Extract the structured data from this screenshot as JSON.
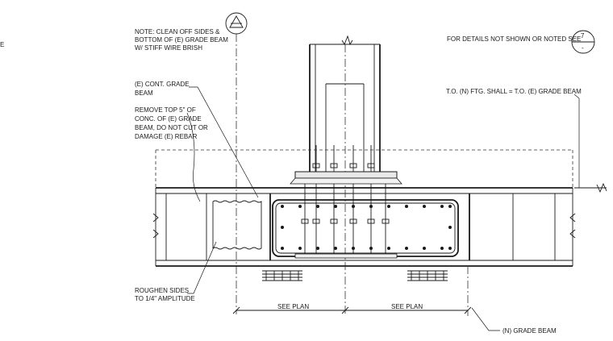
{
  "notes": {
    "edge_mark": "E",
    "clean_off_line1": "NOTE:  CLEAN OFF SIDES  &",
    "clean_off_line2": "BOTTOM OF (E) GRADE BEAM",
    "clean_off_line3": "W/ STIFF WIRE BRISH",
    "cont_grade_line1": "(E) CONT. GRADE",
    "cont_grade_line2": "BEAM",
    "remove_top_line1": "REMOVE TOP 5\" OF",
    "remove_top_line2": "CONC. OF (E) GRADE",
    "remove_top_line3": "BEAM, DO NOT CUT OR",
    "remove_top_line4": "DAMAGE (E) REBAR",
    "roughen_line1": "ROUGHEN SIDES",
    "roughen_line2": "TO 1/4\" AMPLITUDE",
    "details_ref": "FOR DETAILS NOT SHOWN OR NOTED SEE",
    "detail_number": "7",
    "detail_sheet": "-",
    "to_ftg": "T.O. (N) FTG.  SHALL = T.O. (E) GRADE BEAM",
    "see_plan_left": "SEE PLAN",
    "see_plan_right": "SEE PLAN",
    "new_grade_beam": "(N) GRADE BEAM"
  },
  "icons": {
    "grid_bubble": "grid-triangle-icon",
    "break_mark": "break-line-icon",
    "section_ref": "detail-reference-icon"
  }
}
